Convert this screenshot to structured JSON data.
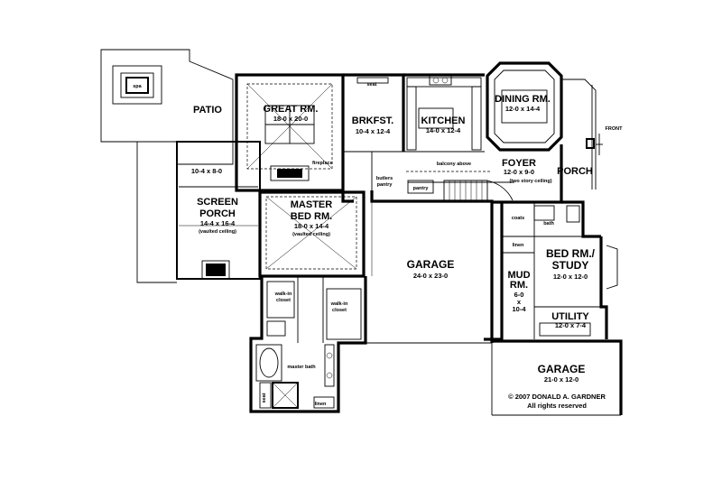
{
  "rooms": {
    "patio": {
      "name": "PATIO"
    },
    "spa": {
      "name": "spa"
    },
    "great_room": {
      "name": "GREAT RM.",
      "dims": "18-0 x 20-0"
    },
    "fireplace": {
      "name": "fireplace"
    },
    "breakfast": {
      "name": "BRKFST.",
      "dims": "10-4 x 12-4"
    },
    "kitchen": {
      "name": "KITCHEN",
      "dims": "14-0 x 12-4"
    },
    "dining": {
      "name": "DINING RM.",
      "dims": "12-0 x 14-4"
    },
    "porch": {
      "name": "PORCH"
    },
    "front": {
      "name": "FRONT"
    },
    "foyer": {
      "name": "FOYER",
      "dims": "12-0 x 9-0",
      "note": "(two story ceiling)"
    },
    "screen_porch": {
      "name_line1": "SCREEN",
      "name_line2": "PORCH",
      "dims": "14-4 x 16-4",
      "note": "(vaulted ceiling)"
    },
    "deck": {
      "dims": "10-4 x 8-0"
    },
    "master_bed": {
      "name_line1": "MASTER",
      "name_line2": "BED RM.",
      "dims": "18-0 x 14-4",
      "note": "(vaulted ceiling)"
    },
    "garage_main": {
      "name": "GARAGE",
      "dims": "24-0 x 23-0"
    },
    "garage_small": {
      "name": "GARAGE",
      "dims": "21-0 x 12-0"
    },
    "bed_study": {
      "name_line1": "BED RM./",
      "name_line2": "STUDY",
      "dims": "12-0 x 12-0"
    },
    "mud": {
      "name_line1": "MUD",
      "name_line2": "RM.",
      "dims_line1": "6-0",
      "dims_line2": "x",
      "dims_line3": "10-4"
    },
    "utility": {
      "name": "UTILITY",
      "dims": "12-0 x 7-4"
    },
    "master_bath": {
      "name": "master bath"
    },
    "walkin_left": {
      "line1": "walk-in",
      "line2": "closet"
    },
    "walkin_right": {
      "line1": "walk-in",
      "line2": "closet"
    }
  },
  "labels": {
    "seat_top": "seat",
    "seat_bath": "seat",
    "balcony": "balcony above",
    "butlers": "butlers",
    "pantry_small": "pantry",
    "pantry": "pantry",
    "coats": "coats",
    "bath": "bath",
    "linen_hall": "linen",
    "linen_bath": "linen"
  },
  "copyright": {
    "line1": "© 2007 DONALD A. GARDNER",
    "line2": "All rights reserved"
  }
}
